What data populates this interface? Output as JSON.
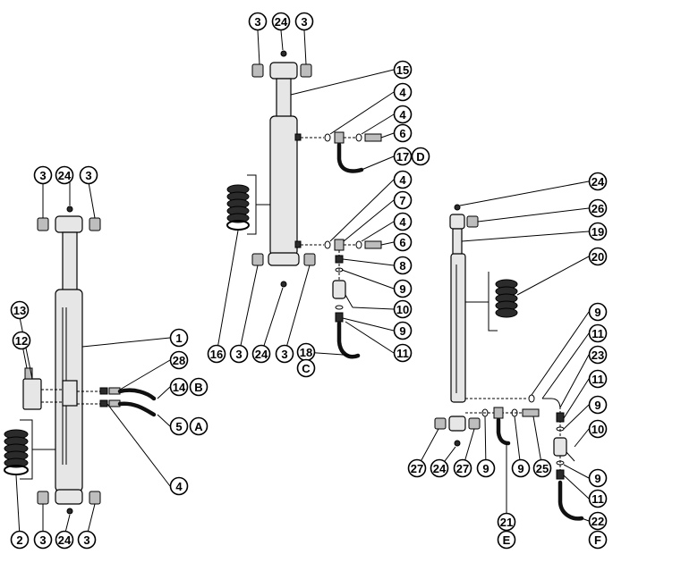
{
  "colors": {
    "line": "#000000",
    "fill": "#ffffff",
    "metal": "#e6e6e6",
    "dark": "#2b2b2b"
  },
  "callouts": [
    {
      "id": "c-a-3l",
      "label": "3"
    },
    {
      "id": "c-a-24t",
      "label": "24"
    },
    {
      "id": "c-a-3r",
      "label": "3"
    },
    {
      "id": "c-a-13",
      "label": "13"
    },
    {
      "id": "c-a-12",
      "label": "12"
    },
    {
      "id": "c-a-1",
      "label": "1"
    },
    {
      "id": "c-a-28",
      "label": "28"
    },
    {
      "id": "c-a-14",
      "label": "14"
    },
    {
      "id": "c-a-B",
      "label": "B"
    },
    {
      "id": "c-a-5",
      "label": "5"
    },
    {
      "id": "c-a-A",
      "label": "A"
    },
    {
      "id": "c-a-4",
      "label": "4"
    },
    {
      "id": "c-a-2",
      "label": "2"
    },
    {
      "id": "c-a-3bl",
      "label": "3"
    },
    {
      "id": "c-a-24b",
      "label": "24"
    },
    {
      "id": "c-a-3br",
      "label": "3"
    },
    {
      "id": "c-b-3l",
      "label": "3"
    },
    {
      "id": "c-b-24t",
      "label": "24"
    },
    {
      "id": "c-b-3r",
      "label": "3"
    },
    {
      "id": "c-b-15",
      "label": "15"
    },
    {
      "id": "c-b-4a",
      "label": "4"
    },
    {
      "id": "c-b-4b",
      "label": "4"
    },
    {
      "id": "c-b-6a",
      "label": "6"
    },
    {
      "id": "c-b-17",
      "label": "17"
    },
    {
      "id": "c-b-D",
      "label": "D"
    },
    {
      "id": "c-b-4c",
      "label": "4"
    },
    {
      "id": "c-b-7",
      "label": "7"
    },
    {
      "id": "c-b-4d",
      "label": "4"
    },
    {
      "id": "c-b-6b",
      "label": "6"
    },
    {
      "id": "c-b-8",
      "label": "8"
    },
    {
      "id": "c-b-9a",
      "label": "9"
    },
    {
      "id": "c-b-10",
      "label": "10"
    },
    {
      "id": "c-b-9b",
      "label": "9"
    },
    {
      "id": "c-b-11",
      "label": "11"
    },
    {
      "id": "c-b-16",
      "label": "16"
    },
    {
      "id": "c-b-3bl",
      "label": "3"
    },
    {
      "id": "c-b-24b",
      "label": "24"
    },
    {
      "id": "c-b-3br",
      "label": "3"
    },
    {
      "id": "c-b-18",
      "label": "18"
    },
    {
      "id": "c-b-C",
      "label": "C"
    },
    {
      "id": "c-c-24",
      "label": "24"
    },
    {
      "id": "c-c-26",
      "label": "26"
    },
    {
      "id": "c-c-19",
      "label": "19"
    },
    {
      "id": "c-c-20",
      "label": "20"
    },
    {
      "id": "c-c-9a",
      "label": "9"
    },
    {
      "id": "c-c-11a",
      "label": "11"
    },
    {
      "id": "c-c-23",
      "label": "23"
    },
    {
      "id": "c-c-11b",
      "label": "11"
    },
    {
      "id": "c-c-9b",
      "label": "9"
    },
    {
      "id": "c-c-10",
      "label": "10"
    },
    {
      "id": "c-c-9c",
      "label": "9"
    },
    {
      "id": "c-c-11c",
      "label": "11"
    },
    {
      "id": "c-c-22",
      "label": "22"
    },
    {
      "id": "c-c-F",
      "label": "F"
    },
    {
      "id": "c-c-27l",
      "label": "27"
    },
    {
      "id": "c-c-24b",
      "label": "24"
    },
    {
      "id": "c-c-27r",
      "label": "27"
    },
    {
      "id": "c-c-9d",
      "label": "9"
    },
    {
      "id": "c-c-9e",
      "label": "9"
    },
    {
      "id": "c-c-25",
      "label": "25"
    },
    {
      "id": "c-c-21",
      "label": "21"
    },
    {
      "id": "c-c-E",
      "label": "E"
    }
  ]
}
